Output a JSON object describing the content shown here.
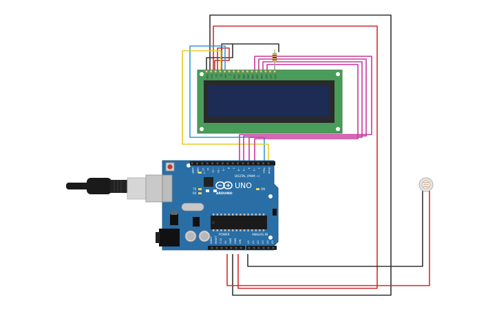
{
  "board": {
    "brand": "UNO",
    "maker": "ARDUINO",
    "digital_header": "DIGITAL (PWM ~)",
    "power_header": "POWER",
    "analog_header": "ANALOG IN",
    "aref": "AREF",
    "gnd": "GND",
    "tx": "TX",
    "rx": "RX",
    "on": "ON",
    "l": "L",
    "digital_pins": [
      "13",
      "12",
      "~11",
      "~10",
      "~9",
      "8",
      "7",
      "~6",
      "~5",
      "4",
      "~3",
      "2",
      "TX▸1",
      "RX◂0"
    ],
    "power_pins": [
      "IOREF",
      "RESET",
      "3.3V",
      "5V",
      "GND",
      "GND",
      "VIN"
    ],
    "analog_pins": [
      "A0",
      "A1",
      "A2",
      "A3",
      "A4",
      "A5"
    ]
  },
  "lcd": {
    "pin_labels": [
      "GND",
      "VCC",
      "V0",
      "RS",
      "RW",
      "E",
      "DB0",
      "DB1",
      "DB2",
      "DB3",
      "DB4",
      "DB5",
      "DB6",
      "DB7",
      "LED",
      "LED"
    ]
  },
  "colors": {
    "board": "#2a6ea6",
    "board_dark": "#1f5a8a",
    "lcd_pcb": "#4a9c5a",
    "lcd_screen": "#1d2c55",
    "wire_black": "#333333",
    "wire_red": "#d22b2b",
    "wire_magenta": "#c6379a",
    "wire_blue": "#3596d8",
    "wire_yellow": "#e6cc21",
    "cable": "#1a1a1a"
  },
  "icons": [
    "usb-cable-icon",
    "power-jack-icon",
    "reset-button-icon",
    "crystal-oscillator-icon",
    "capacitor-icon",
    "microcontroller-chip-icon",
    "resistor-icon",
    "ldr-sensor-icon"
  ]
}
